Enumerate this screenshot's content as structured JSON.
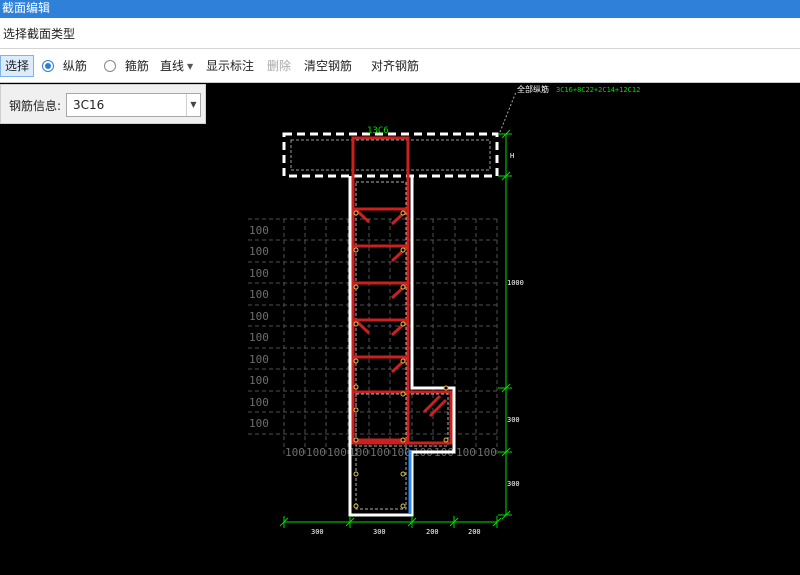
{
  "window": {
    "title": "截面编辑"
  },
  "section_type": {
    "label": "选择截面类型"
  },
  "toolbar": {
    "select": "选择",
    "longitudinal": "纵筋",
    "stirrup": "箍筋",
    "line": "直线",
    "show_annotation": "显示标注",
    "delete": "删除",
    "clear_rebar": "清空钢筋",
    "align_rebar": "对齐钢筋"
  },
  "rebar_info": {
    "label": "钢筋信息:",
    "value": "3C16"
  },
  "drawing": {
    "all_rebar_label": "全部纵筋",
    "all_rebar_value": "3C16+8C22+2C14+12C12",
    "top_bar_label": "13C6",
    "top_dim": "H",
    "dim_right": [
      "1000",
      "300",
      "300"
    ],
    "dim_bottom": [
      "300",
      "300",
      "200",
      "200"
    ],
    "grid_y_labels": [
      "100",
      "100",
      "100",
      "100",
      "100",
      "100",
      "100",
      "100",
      "100",
      "100"
    ],
    "grid_x_labels": [
      "100",
      "100",
      "100",
      "100",
      "100",
      "100",
      "100",
      "100",
      "100",
      "100"
    ],
    "colors": {
      "outline": "#ffffff",
      "rebar": "#cc1f1f",
      "dimension": "#00dd00",
      "grid": "#5a5a5a",
      "corner_bar": "#2e8cff"
    }
  }
}
